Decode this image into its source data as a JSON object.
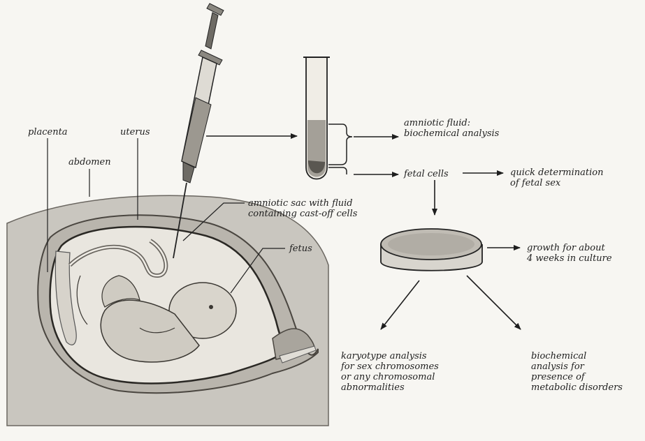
{
  "labels": {
    "placenta": "placenta",
    "uterus": "uterus",
    "abdomen": "abdomen",
    "amniotic_sac": [
      "amniotic sac with fluid",
      "containing cast-off cells"
    ],
    "fetus": "fetus",
    "amniotic_fluid": [
      "amniotic fluid:",
      "biochemical analysis"
    ],
    "fetal_cells": "fetal cells",
    "fetal_sex": [
      "quick determination",
      "of fetal sex"
    ],
    "growth": [
      "growth for about",
      "4 weeks in culture"
    ],
    "karyotype": [
      "karyotype analysis",
      "for sex chromosomes",
      "or any chromosomal",
      "abnormalities"
    ],
    "biochemical_disorders": [
      "biochemical",
      "analysis for",
      "presence of",
      "metabolic disorders"
    ]
  }
}
